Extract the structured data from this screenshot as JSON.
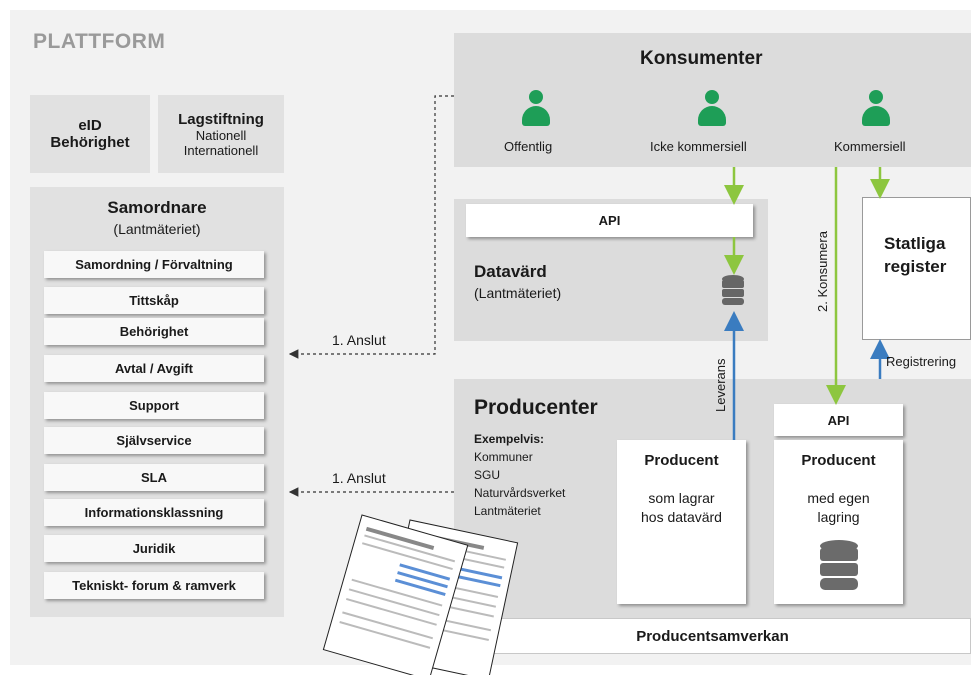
{
  "platform_title": "PLATTFORM",
  "eid": {
    "line1": "eID",
    "line2": "Behörighet"
  },
  "lag": {
    "title": "Lagstiftning",
    "line1": "Nationell",
    "line2": "Internationell"
  },
  "samordnare": {
    "title": "Samordnare",
    "subtitle": "(Lantmäteriet)",
    "items": [
      "Samordning / Förvaltning",
      "Tittskåp",
      "Behörighet",
      "Avtal / Avgift",
      "Support",
      "Självservice",
      "SLA",
      "Informationsklassning",
      "Juridik",
      "Tekniskt- forum & ramverk"
    ]
  },
  "konsumenter": {
    "title": "Konsumenter",
    "types": [
      "Offentlig",
      "Icke kommersiell",
      "Kommersiell"
    ]
  },
  "datavard": {
    "api": "API",
    "title": "Datavärd",
    "subtitle": "(Lantmäteriet)"
  },
  "statliga": {
    "line1": "Statliga",
    "line2": "register"
  },
  "labels": {
    "anslut1": "1. Anslut",
    "anslut2": "1. Anslut",
    "konsumera": "2. Konsumera",
    "leverans": "Leverans",
    "registrering": "Registrering"
  },
  "producenter": {
    "title": "Producenter",
    "examples_title": "Exempelvis:",
    "examples": [
      "Kommuner",
      "SGU",
      "Naturvårdsverket",
      "Lantmäteriet"
    ]
  },
  "producent1": {
    "title": "Producent",
    "line1": "som lagrar",
    "line2": "hos datavärd"
  },
  "producent2": {
    "api": "API",
    "title": "Producent",
    "line1": "med egen",
    "line2": "lagring"
  },
  "samverkan": "Producentsamverkan",
  "colors": {
    "panel": "#e6e6e6",
    "green_arrow": "#8dc63f",
    "blue_arrow": "#3a7cc0",
    "person": "#1e9e57",
    "title_gray": "#9a9a9a"
  },
  "icons": [
    "person-icon",
    "database-icon",
    "document-icon"
  ]
}
